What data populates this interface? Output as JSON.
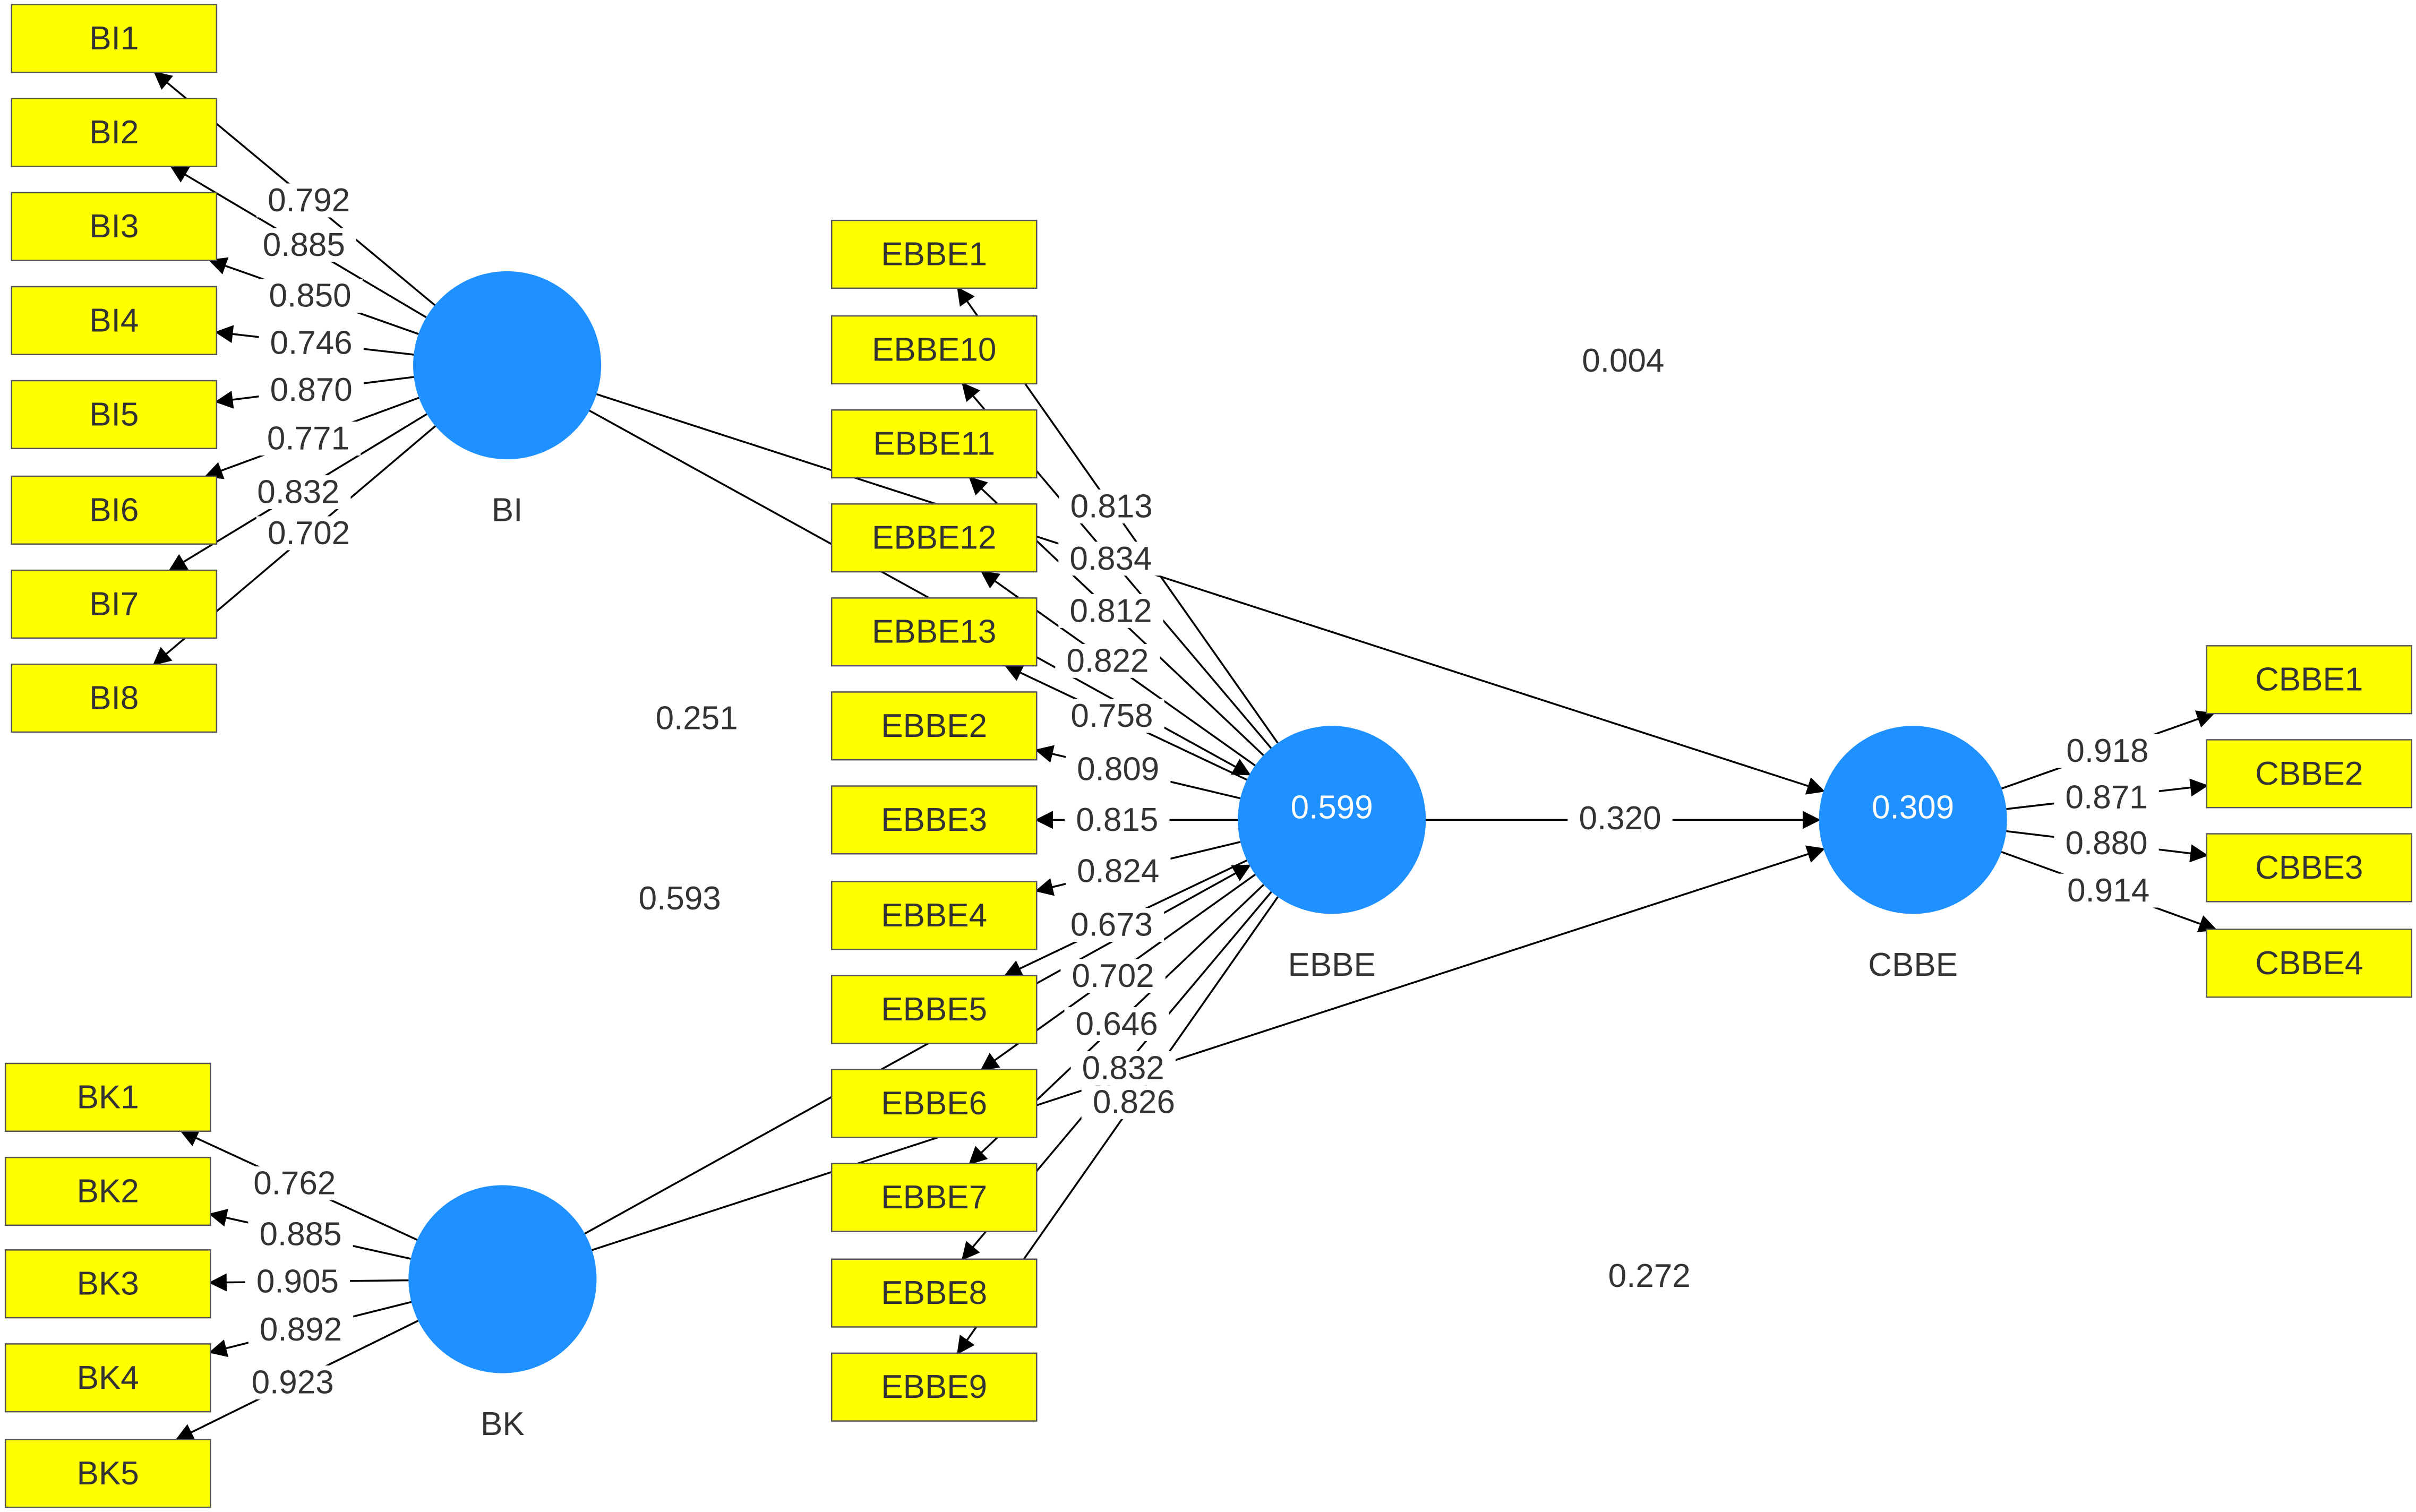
{
  "latents": [
    {
      "id": "BI",
      "label": "BI",
      "r2": ""
    },
    {
      "id": "BK",
      "label": "BK",
      "r2": ""
    },
    {
      "id": "EBBE",
      "label": "EBBE",
      "r2": "0.599"
    },
    {
      "id": "CBBE",
      "label": "CBBE",
      "r2": "0.309"
    }
  ],
  "indicators": [
    {
      "id": "BI1",
      "label": "BI1"
    },
    {
      "id": "BI2",
      "label": "BI2"
    },
    {
      "id": "BI3",
      "label": "BI3"
    },
    {
      "id": "BI4",
      "label": "BI4"
    },
    {
      "id": "BI5",
      "label": "BI5"
    },
    {
      "id": "BI6",
      "label": "BI6"
    },
    {
      "id": "BI7",
      "label": "BI7"
    },
    {
      "id": "BI8",
      "label": "BI8"
    },
    {
      "id": "BK1",
      "label": "BK1"
    },
    {
      "id": "BK2",
      "label": "BK2"
    },
    {
      "id": "BK3",
      "label": "BK3"
    },
    {
      "id": "BK4",
      "label": "BK4"
    },
    {
      "id": "BK5",
      "label": "BK5"
    },
    {
      "id": "EBBE1",
      "label": "EBBE1"
    },
    {
      "id": "EBBE10",
      "label": "EBBE10"
    },
    {
      "id": "EBBE11",
      "label": "EBBE11"
    },
    {
      "id": "EBBE12",
      "label": "EBBE12"
    },
    {
      "id": "EBBE13",
      "label": "EBBE13"
    },
    {
      "id": "EBBE2",
      "label": "EBBE2"
    },
    {
      "id": "EBBE3",
      "label": "EBBE3"
    },
    {
      "id": "EBBE4",
      "label": "EBBE4"
    },
    {
      "id": "EBBE5",
      "label": "EBBE5"
    },
    {
      "id": "EBBE6",
      "label": "EBBE6"
    },
    {
      "id": "EBBE7",
      "label": "EBBE7"
    },
    {
      "id": "EBBE8",
      "label": "EBBE8"
    },
    {
      "id": "EBBE9",
      "label": "EBBE9"
    },
    {
      "id": "CBBE1",
      "label": "CBBE1"
    },
    {
      "id": "CBBE2",
      "label": "CBBE2"
    },
    {
      "id": "CBBE3",
      "label": "CBBE3"
    },
    {
      "id": "CBBE4",
      "label": "CBBE4"
    }
  ],
  "loadings": [
    {
      "from": "BI",
      "to": "BI1",
      "value": "0.792"
    },
    {
      "from": "BI",
      "to": "BI2",
      "value": "0.885"
    },
    {
      "from": "BI",
      "to": "BI3",
      "value": "0.850"
    },
    {
      "from": "BI",
      "to": "BI4",
      "value": "0.746"
    },
    {
      "from": "BI",
      "to": "BI5",
      "value": "0.870"
    },
    {
      "from": "BI",
      "to": "BI6",
      "value": "0.771"
    },
    {
      "from": "BI",
      "to": "BI7",
      "value": "0.832"
    },
    {
      "from": "BI",
      "to": "BI8",
      "value": "0.702"
    },
    {
      "from": "BK",
      "to": "BK1",
      "value": "0.762"
    },
    {
      "from": "BK",
      "to": "BK2",
      "value": "0.885"
    },
    {
      "from": "BK",
      "to": "BK3",
      "value": "0.905"
    },
    {
      "from": "BK",
      "to": "BK4",
      "value": "0.892"
    },
    {
      "from": "BK",
      "to": "BK5",
      "value": "0.923"
    },
    {
      "from": "EBBE",
      "to": "EBBE1",
      "value": "0.813"
    },
    {
      "from": "EBBE",
      "to": "EBBE10",
      "value": "0.834"
    },
    {
      "from": "EBBE",
      "to": "EBBE11",
      "value": "0.812"
    },
    {
      "from": "EBBE",
      "to": "EBBE12",
      "value": "0.822"
    },
    {
      "from": "EBBE",
      "to": "EBBE13",
      "value": "0.758"
    },
    {
      "from": "EBBE",
      "to": "EBBE2",
      "value": "0.809"
    },
    {
      "from": "EBBE",
      "to": "EBBE3",
      "value": "0.815"
    },
    {
      "from": "EBBE",
      "to": "EBBE4",
      "value": "0.824"
    },
    {
      "from": "EBBE",
      "to": "EBBE5",
      "value": "0.673"
    },
    {
      "from": "EBBE",
      "to": "EBBE6",
      "value": "0.702"
    },
    {
      "from": "EBBE",
      "to": "EBBE7",
      "value": "0.646"
    },
    {
      "from": "EBBE",
      "to": "EBBE8",
      "value": "0.832"
    },
    {
      "from": "EBBE",
      "to": "EBBE9",
      "value": "0.826"
    },
    {
      "from": "CBBE",
      "to": "CBBE1",
      "value": "0.918"
    },
    {
      "from": "CBBE",
      "to": "CBBE2",
      "value": "0.871"
    },
    {
      "from": "CBBE",
      "to": "CBBE3",
      "value": "0.880"
    },
    {
      "from": "CBBE",
      "to": "CBBE4",
      "value": "0.914"
    }
  ],
  "paths": [
    {
      "from": "BI",
      "to": "EBBE",
      "value": "0.251"
    },
    {
      "from": "BI",
      "to": "CBBE",
      "value": "0.004"
    },
    {
      "from": "BK",
      "to": "EBBE",
      "value": "0.593"
    },
    {
      "from": "BK",
      "to": "CBBE",
      "value": "0.272"
    },
    {
      "from": "EBBE",
      "to": "CBBE",
      "value": "0.320"
    }
  ],
  "colors": {
    "latent_fill": "#1e90ff",
    "indicator_fill": "#ffff00",
    "indicator_border": "#555555",
    "edge": "#000000",
    "text": "#333333"
  }
}
